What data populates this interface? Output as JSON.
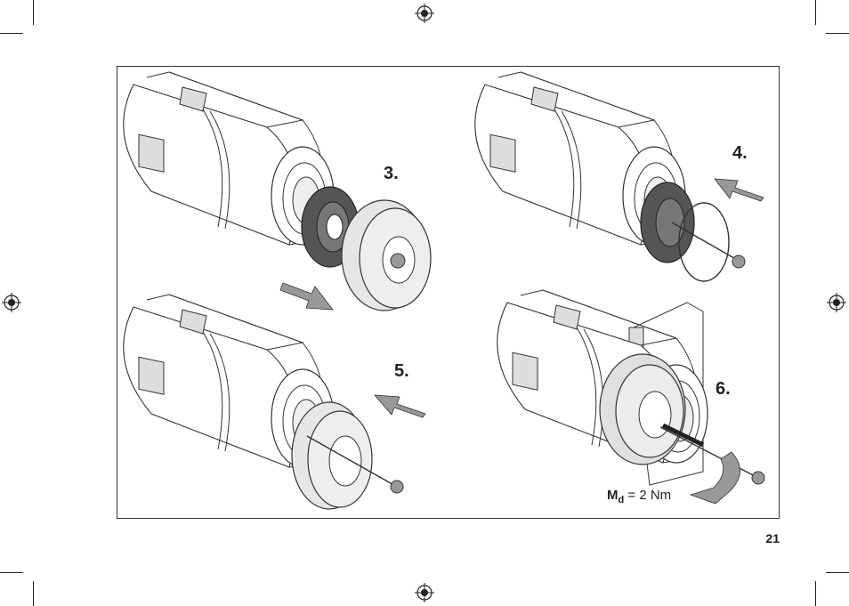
{
  "steps": {
    "step3": "3.",
    "step4": "4.",
    "step5": "5.",
    "step6": "6."
  },
  "torque": {
    "symbol": "M",
    "subscript": "d",
    "value": "= 2 Nm"
  },
  "page_number": "21",
  "icons": [
    "registration-mark-icon",
    "crop-mark-icon",
    "arrow-icon",
    "rotate-arrow-icon"
  ]
}
